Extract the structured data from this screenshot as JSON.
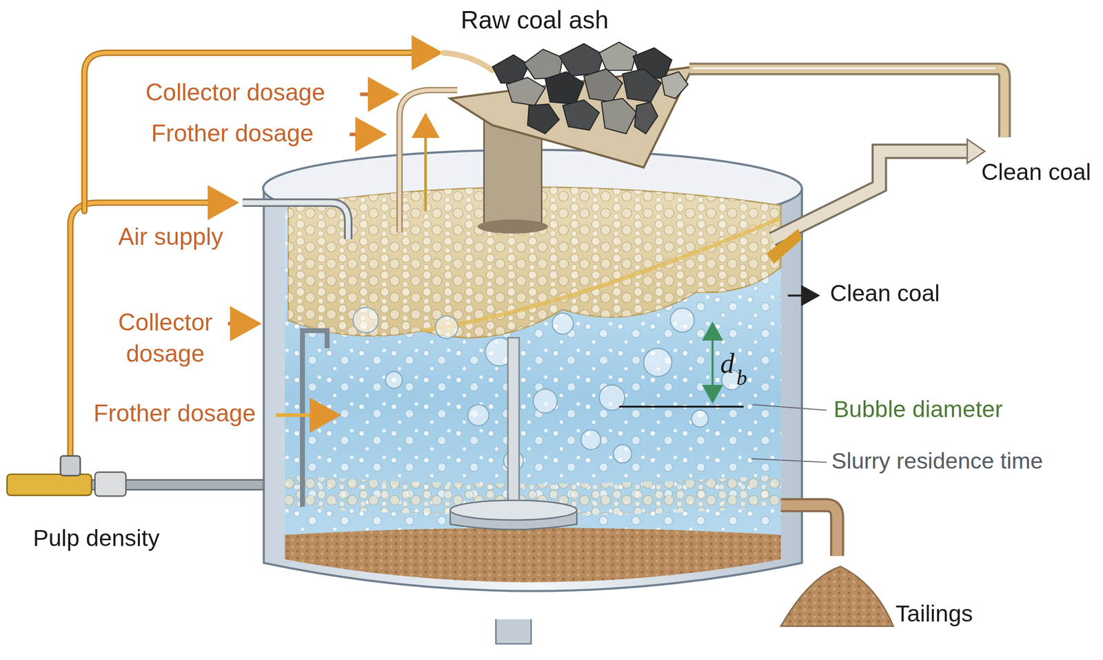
{
  "diagram": {
    "labels": [
      "Raw coal ash",
      "Collector dosage",
      "Frother dosage",
      "Air supply",
      "Collector dosage",
      "Frother dosage",
      "Pulp density",
      "Clean coal",
      "Clean coal",
      "d",
      "b",
      "Bubble diameter",
      "Slurry residence time",
      "Tailings"
    ]
  }
}
